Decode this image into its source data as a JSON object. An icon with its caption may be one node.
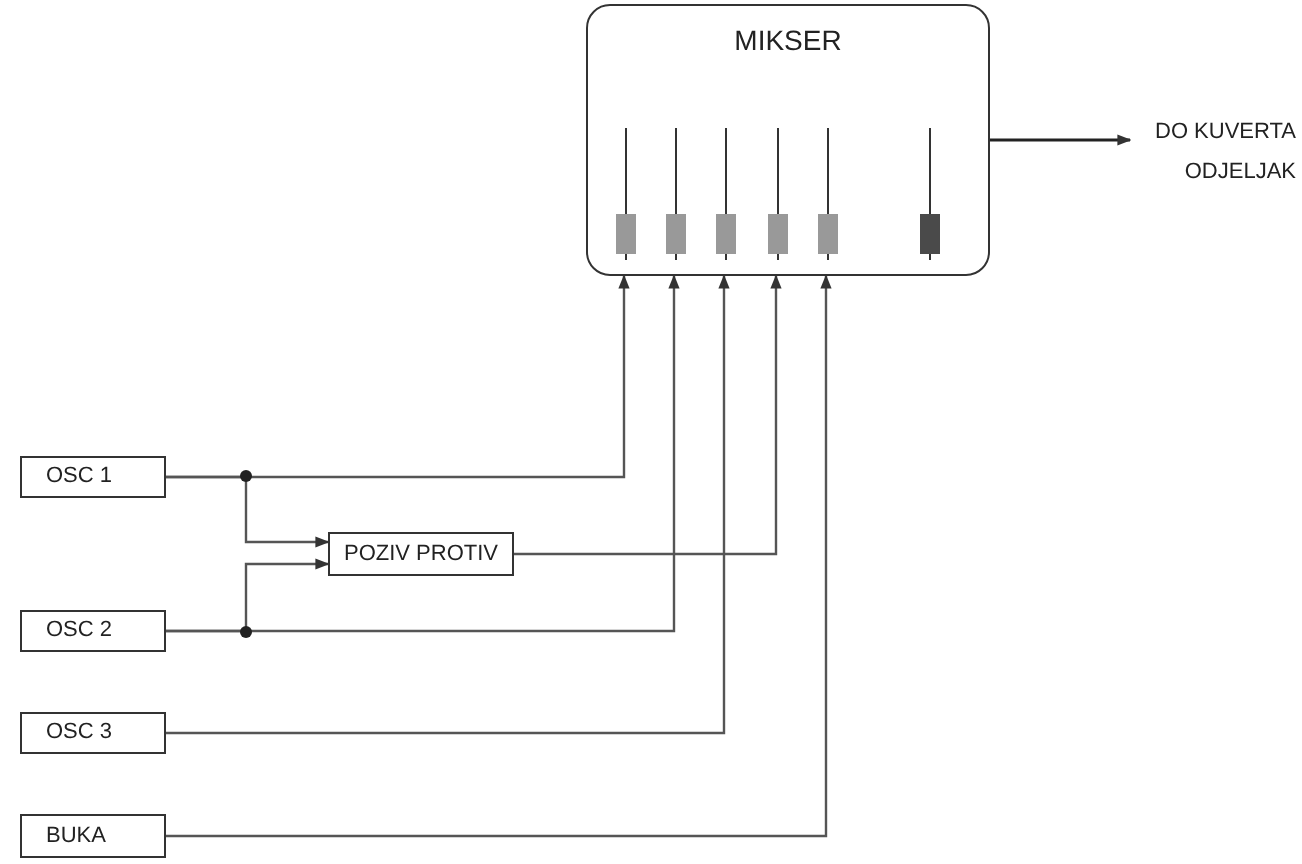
{
  "diagram": {
    "nodes": [
      {
        "text": [
          "MIKSER"
        ]
      },
      {
        "text": [
          "DO KUVERTA ODJELJAK"
        ]
      },
      {
        "text": [
          "OSC 1"
        ]
      },
      {
        "text": [
          "POZIV PROTIV"
        ]
      },
      {
        "text": [
          "OSC 2"
        ]
      },
      {
        "text": [
          "OSC 3"
        ]
      },
      {
        "text": [
          "BUKA"
        ]
      }
    ],
    "edges": [
      {
        "from": 0,
        "to": 1,
        "arrow": "to"
      },
      {
        "from": 2,
        "to": 0,
        "arrow": "to"
      },
      {
        "from": 2,
        "to": 3,
        "arrow": "to"
      },
      {
        "from": 4,
        "to": 3,
        "arrow": "to"
      },
      {
        "from": 4,
        "to": 0,
        "arrow": "to"
      },
      {
        "from": 3,
        "to": 0,
        "arrow": "to"
      },
      {
        "from": 5,
        "to": 0,
        "arrow": "to"
      },
      {
        "from": 6,
        "to": 0,
        "arrow": "to"
      }
    ]
  }
}
